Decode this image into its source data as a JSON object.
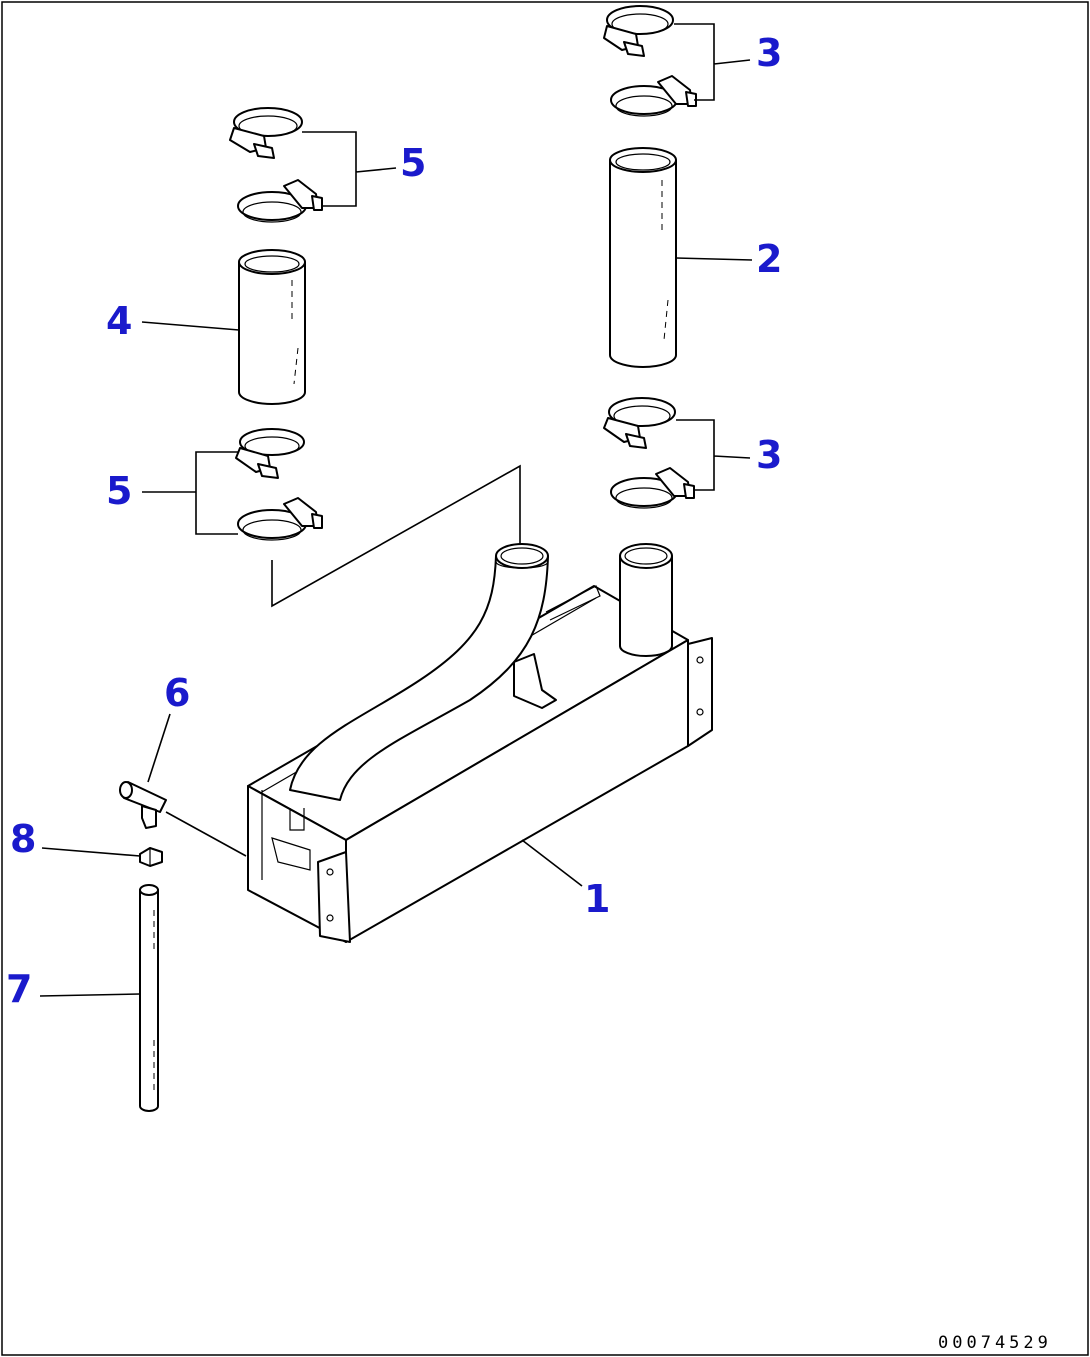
{
  "callouts": [
    {
      "id": "1",
      "label": "1"
    },
    {
      "id": "2",
      "label": "2"
    },
    {
      "id": "3a",
      "label": "3"
    },
    {
      "id": "3b",
      "label": "3"
    },
    {
      "id": "4",
      "label": "4"
    },
    {
      "id": "5a",
      "label": "5"
    },
    {
      "id": "5b",
      "label": "5"
    },
    {
      "id": "6",
      "label": "6"
    },
    {
      "id": "7",
      "label": "7"
    },
    {
      "id": "8",
      "label": "8"
    }
  ],
  "drawing_number": "00074529",
  "colors": {
    "callout": "#1a1acc",
    "line": "#000000",
    "background": "#ffffff"
  }
}
